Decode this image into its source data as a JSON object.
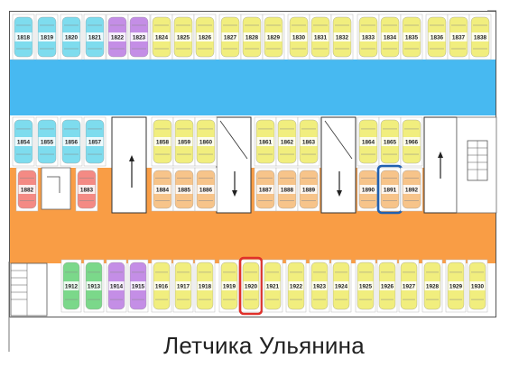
{
  "street_name": "Летчика Ульянина",
  "stair_marker": "*",
  "colors": {
    "aisle_blue": "#47b9f1",
    "aisle_orange": "#f99d45",
    "car_yellow": "#f1ee7e",
    "car_cyan": "#7edcee",
    "car_purple": "#c48ee6",
    "car_orange": "#f7c48a",
    "car_pink": "#f48a84",
    "car_green": "#7bd88a",
    "highlight_blue": "#2060b0",
    "highlight_red": "#e0302a"
  },
  "rows": [
    {
      "name": "row-top",
      "slots": [
        {
          "id": "1818",
          "color": "cyan"
        },
        {
          "id": "1819",
          "color": "cyan"
        },
        {
          "id": "1820",
          "color": "cyan"
        },
        {
          "id": "1821",
          "color": "cyan"
        },
        {
          "id": "1822",
          "color": "purple"
        },
        {
          "id": "1823",
          "color": "purple"
        },
        {
          "id": "1824",
          "color": "yellow"
        },
        {
          "id": "1825",
          "color": "yellow"
        },
        {
          "id": "1826",
          "color": "yellow"
        },
        {
          "id": "1827",
          "color": "yellow"
        },
        {
          "id": "1828",
          "color": "yellow"
        },
        {
          "id": "1829",
          "color": "yellow"
        },
        {
          "id": "1830",
          "color": "yellow"
        },
        {
          "id": "1831",
          "color": "yellow"
        },
        {
          "id": "1832",
          "color": "yellow"
        },
        {
          "id": "1833",
          "color": "yellow"
        },
        {
          "id": "1834",
          "color": "yellow"
        },
        {
          "id": "1835",
          "color": "yellow"
        },
        {
          "id": "1836",
          "color": "yellow"
        },
        {
          "id": "1837",
          "color": "yellow"
        },
        {
          "id": "1838",
          "color": "yellow"
        }
      ]
    },
    {
      "name": "row-second",
      "slots": [
        {
          "id": "1854",
          "color": "cyan"
        },
        {
          "id": "1855",
          "color": "cyan"
        },
        {
          "id": "1856",
          "color": "cyan"
        },
        {
          "id": "1857",
          "color": "cyan"
        },
        {
          "id": "1858",
          "color": "yellow"
        },
        {
          "id": "1859",
          "color": "yellow"
        },
        {
          "id": "1860",
          "color": "yellow"
        },
        {
          "id": "1861",
          "color": "yellow"
        },
        {
          "id": "1862",
          "color": "yellow"
        },
        {
          "id": "1863",
          "color": "yellow"
        },
        {
          "id": "1864",
          "color": "yellow"
        },
        {
          "id": "1865",
          "color": "yellow"
        },
        {
          "id": "1966",
          "color": "yellow"
        }
      ]
    },
    {
      "name": "row-third",
      "slots": [
        {
          "id": "1882",
          "color": "pink"
        },
        {
          "id": "1883",
          "color": "pink"
        },
        {
          "id": "1884",
          "color": "orange"
        },
        {
          "id": "1885",
          "color": "orange"
        },
        {
          "id": "1886",
          "color": "orange"
        },
        {
          "id": "1887",
          "color": "orange"
        },
        {
          "id": "1888",
          "color": "orange"
        },
        {
          "id": "1889",
          "color": "orange"
        },
        {
          "id": "1890",
          "color": "orange"
        },
        {
          "id": "1891",
          "color": "orange",
          "highlight": "blue"
        },
        {
          "id": "1892",
          "color": "orange"
        }
      ]
    },
    {
      "name": "row-bottom",
      "slots": [
        {
          "id": "1912",
          "color": "green"
        },
        {
          "id": "1913",
          "color": "green"
        },
        {
          "id": "1914",
          "color": "purple"
        },
        {
          "id": "1915",
          "color": "purple"
        },
        {
          "id": "1916",
          "color": "yellow"
        },
        {
          "id": "1917",
          "color": "yellow"
        },
        {
          "id": "1918",
          "color": "yellow"
        },
        {
          "id": "1919",
          "color": "yellow"
        },
        {
          "id": "1920",
          "color": "yellow",
          "highlight": "red"
        },
        {
          "id": "1921",
          "color": "yellow"
        },
        {
          "id": "1922",
          "color": "yellow"
        },
        {
          "id": "1923",
          "color": "yellow"
        },
        {
          "id": "1924",
          "color": "yellow"
        },
        {
          "id": "1925",
          "color": "yellow"
        },
        {
          "id": "1926",
          "color": "yellow"
        },
        {
          "id": "1927",
          "color": "yellow"
        },
        {
          "id": "1928",
          "color": "yellow"
        },
        {
          "id": "1929",
          "color": "yellow"
        },
        {
          "id": "1930",
          "color": "yellow"
        }
      ]
    }
  ]
}
